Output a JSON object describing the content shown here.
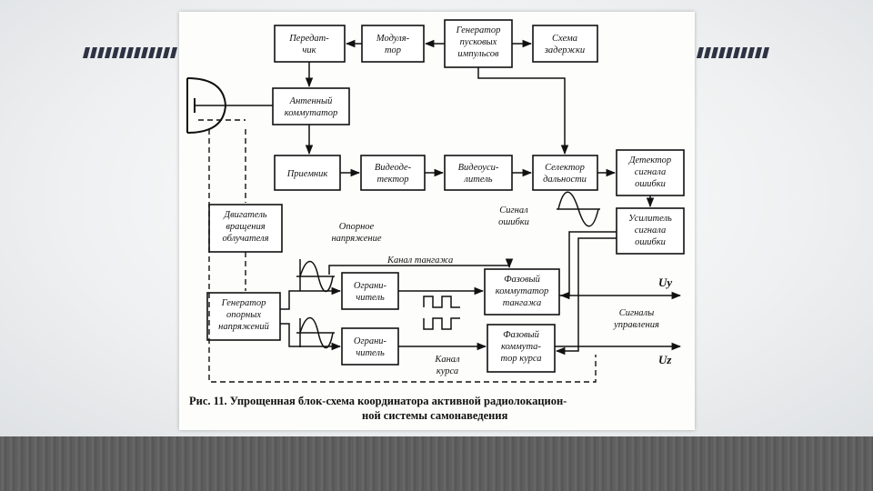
{
  "blocks": {
    "transmitter": [
      "Передат-",
      "чик"
    ],
    "modulator": [
      "Модуля-",
      "тор"
    ],
    "trigger_gen": [
      "Генератор",
      "пусковых",
      "импульсов"
    ],
    "delay": [
      "Схема",
      "задержки"
    ],
    "antenna_switch": [
      "Антенный",
      "коммутатор"
    ],
    "receiver": [
      "Приемник"
    ],
    "video_detector": [
      "Видеоде-",
      "тектор"
    ],
    "video_amp": [
      "Видеоуси-",
      "литель"
    ],
    "range_selector": [
      "Селектор",
      "дальности"
    ],
    "error_detector": [
      "Детектор",
      "сигнала",
      "ошибки"
    ],
    "error_amp": [
      "Усилитель",
      "сигнала",
      "ошибки"
    ],
    "motor": [
      "Двигатель",
      "вращения",
      "облучателя"
    ],
    "ref_gen": [
      "Генератор",
      "опорных",
      "напряжений"
    ],
    "limiter_top": [
      "Ограни-",
      "читель"
    ],
    "limiter_bottom": [
      "Ограни-",
      "читель"
    ],
    "phase_pitch": [
      "Фазовый",
      "коммутатор",
      "тангажа"
    ],
    "phase_course": [
      "Фазовый",
      "коммута-",
      "тор курса"
    ]
  },
  "labels": {
    "error_signal": [
      "Сигнал",
      "ошибки"
    ],
    "ref_voltage": [
      "Опорное",
      "напряжение"
    ],
    "pitch_channel": "Канал тангажа",
    "course_channel": [
      "Канал",
      "курса"
    ],
    "control_signals": [
      "Сигналы",
      "управления"
    ],
    "uy": "Uy",
    "uz": "Uz"
  },
  "caption": {
    "line1": "Рис. 11. Упрощенная блок-схема координатора активной радиолокацион-",
    "line2": "ной системы самонаведения"
  },
  "colors": {
    "stripe": "#2e3344",
    "floor": "#5b5b5b",
    "ink": "#111111"
  }
}
